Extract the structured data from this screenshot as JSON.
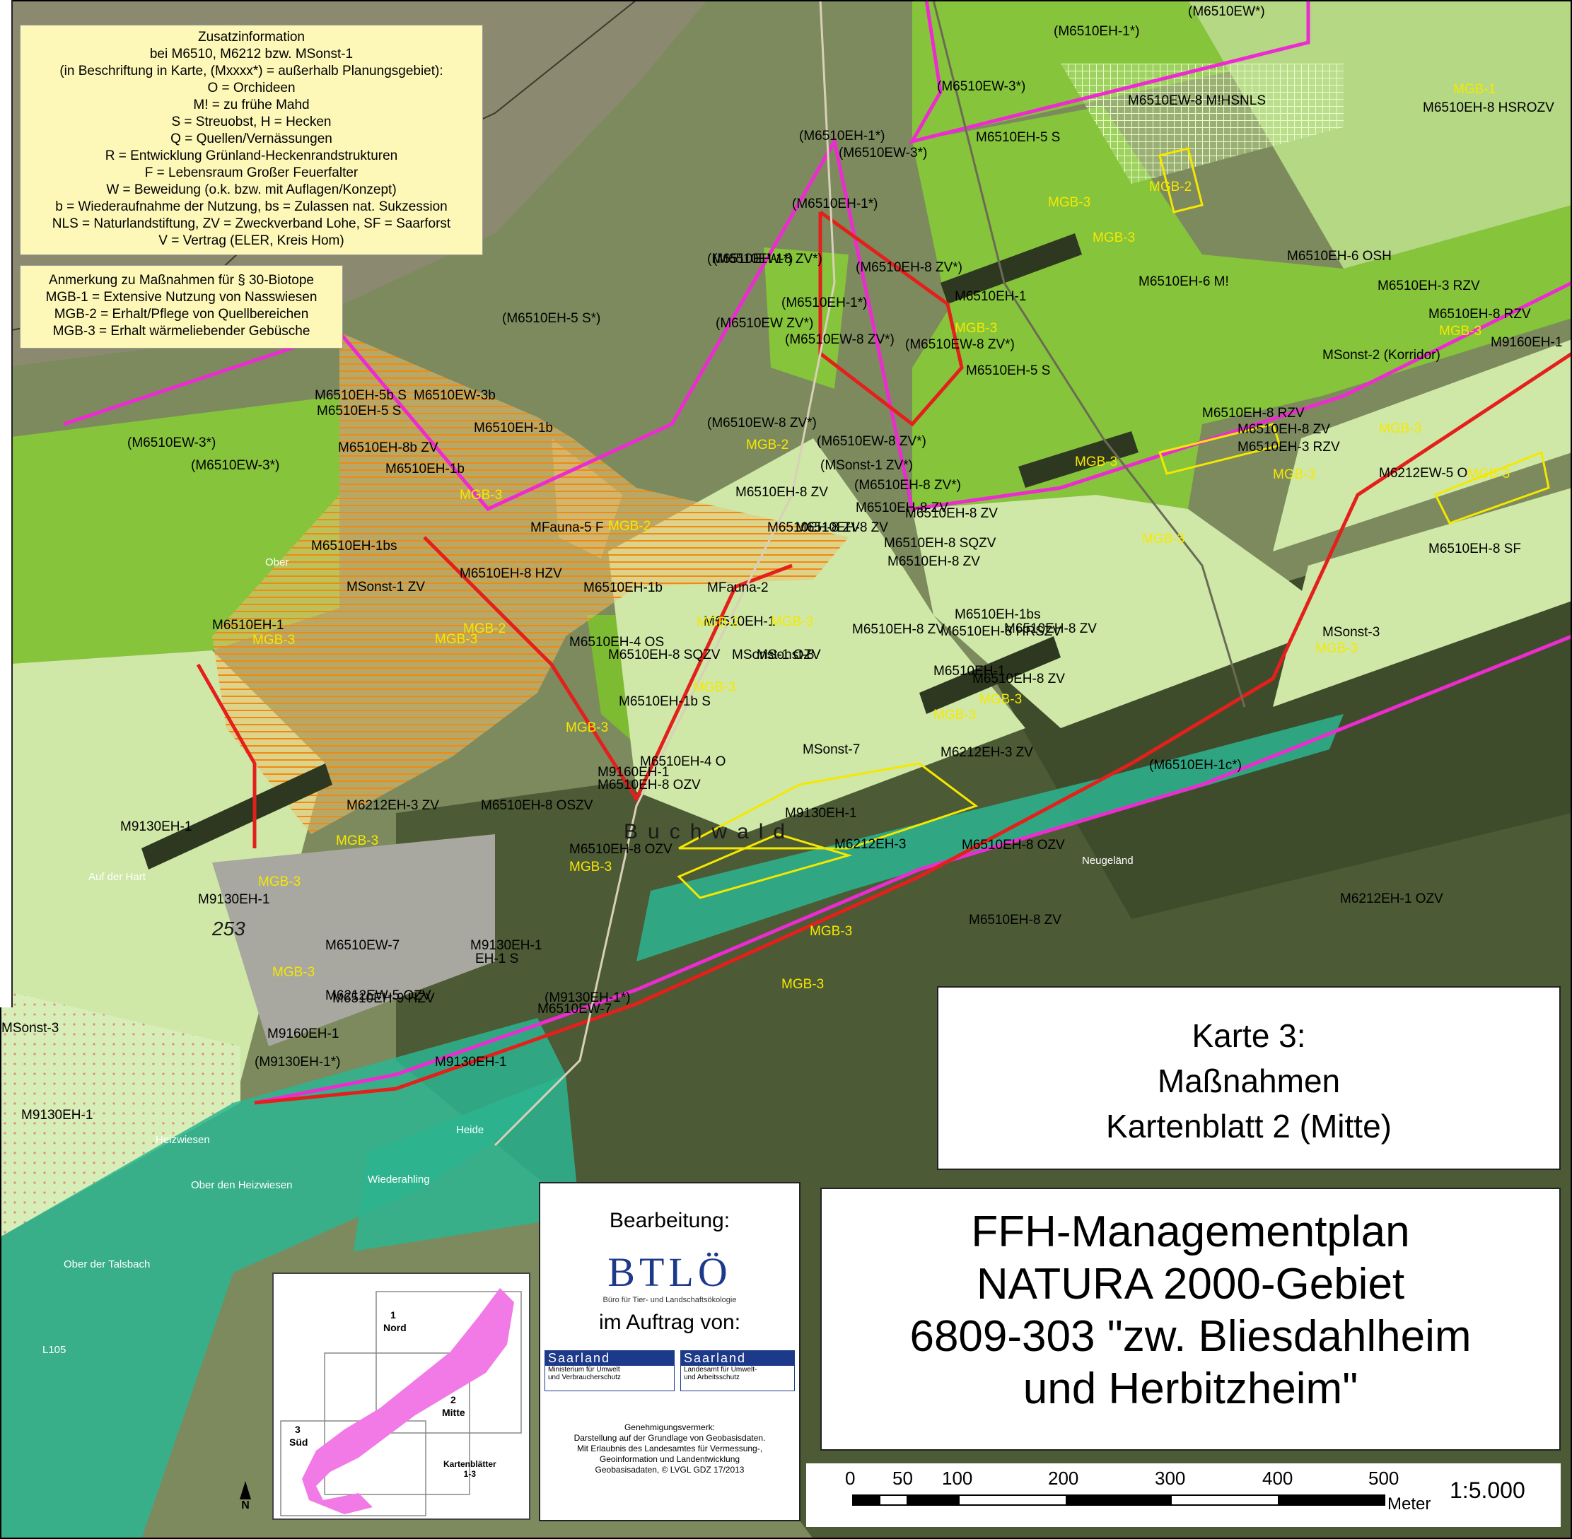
{
  "info_box": {
    "lines": [
      "Zusatzinformation",
      "bei M6510, M6212 bzw. MSonst-1",
      "(in Beschriftung in Karte, (Mxxxx*) = außerhalb Planungsgebiet):",
      "O = Orchideen",
      "M! = zu frühe Mahd",
      "S = Streuobst, H = Hecken",
      "Q = Quellen/Vernässungen",
      "R = Entwicklung Grünland-Heckenrandstrukturen",
      "F = Lebensraum Großer Feuerfalter",
      "W = Beweidung (o.k. bzw. mit Auflagen/Konzept)",
      "b = Wiederaufnahme der Nutzung, bs = Zulassen nat. Sukzession",
      "NLS = Naturlandstiftung, ZV = Zweckverband Lohe, SF = Saarforst",
      "V = Vertrag (ELER, Kreis Hom)"
    ]
  },
  "biotope_box": {
    "lines": [
      "Anmerkung zu Maßnahmen für § 30-Biotope",
      "MGB-1 = Extensive Nutzung von Nasswiesen",
      "MGB-2 = Erhalt/Pflege von Quellbereichen",
      "MGB-3 = Erhalt wärmeliebender Gebüsche"
    ]
  },
  "title_box": {
    "line1": "Karte 3:",
    "line2": "Maßnahmen",
    "line3": "Kartenblatt 2 (Mitte)"
  },
  "project_box": {
    "line1": "FFH-Managementplan",
    "line2": "NATURA 2000-Gebiet",
    "line3": "6809-303 \"zw. Bliesdahlheim",
    "line4": "und Herbitzheim\""
  },
  "credits": {
    "bearbeitung": "Bearbeitung:",
    "logo_text": "BTLÖ",
    "logo_sub": "Büro für Tier- und Landschaftsökologie",
    "auftrag": "im Auftrag von:",
    "saarland1": "Saarland",
    "saarland1_sub1": "Ministerium für Umwelt",
    "saarland1_sub2": "und Verbraucherschutz",
    "saarland2": "Saarland",
    "saarland2_sub1": "Landesamt für Umwelt-",
    "saarland2_sub2": "und Arbeitsschutz",
    "permit": [
      "Genehmigungsvermerk:",
      "Darstellung auf der Grundlage von Geobasisdaten.",
      "Mit Erlaubnis des Landesamtes für Vermessung-,",
      "Geoinformation und Landentwicklung",
      "Geobasisadaten, © LVGL GDZ 17/2013"
    ]
  },
  "overview": {
    "sheet1": "1",
    "sheet1_name": "Nord",
    "sheet2": "2",
    "sheet2_name": "Mitte",
    "sheet3": "3",
    "sheet3_name": "Süd",
    "caption1": "Kartenblätter",
    "caption2": "1-3",
    "north": "N"
  },
  "scale": {
    "ticks": [
      "0",
      "50",
      "100",
      "200",
      "300",
      "400",
      "500"
    ],
    "unit": "Meter",
    "ratio": "1:5.000"
  },
  "map_labels": [
    {
      "text": "(M6510EW*)"
    },
    {
      "text": "(M6510EH-1*)"
    },
    {
      "text": "(M6510EW-3*)"
    },
    {
      "text": "M6510EW-8 M!HSNLS"
    },
    {
      "text": "MGB-1"
    },
    {
      "text": "M6510EH-8 HSROZV"
    },
    {
      "text": "M6510EH-5 S"
    },
    {
      "text": "(M6510EH-1*)"
    },
    {
      "text": "(M6510EW-3*)"
    },
    {
      "text": "MGB-2"
    },
    {
      "text": "MGB-3"
    },
    {
      "text": "(M6510EH-1*)"
    },
    {
      "text": "(M6510EW-8 ZV*)"
    },
    {
      "text": "MGB-3"
    },
    {
      "text": "M6510EH-6 OSH"
    },
    {
      "text": "(M6510EH-1*)"
    },
    {
      "text": "(M6510EH-8 ZV*)"
    },
    {
      "text": "M6510EH-6 M!"
    },
    {
      "text": "M6510EH-1"
    },
    {
      "text": "M6510EH-3 RZV"
    },
    {
      "text": "(M6510EH-5 S*)"
    },
    {
      "text": "(M6510EH-1*)"
    },
    {
      "text": "(M6510EW ZV*)"
    },
    {
      "text": "MGB-3"
    },
    {
      "text": "(M6510EW-8 ZV*)"
    },
    {
      "text": "(M6510EW-8 ZV*)"
    },
    {
      "text": "M6510EH-8 RZV"
    },
    {
      "text": "MGB-3"
    },
    {
      "text": "M9160EH-1"
    },
    {
      "text": "M6510EH-5 S"
    },
    {
      "text": "MSonst-2 (Korridor)"
    },
    {
      "text": "M6510EH-5b S"
    },
    {
      "text": "M6510EW-3b"
    },
    {
      "text": "M6510EH-5 S"
    },
    {
      "text": "M6510EH-1b"
    },
    {
      "text": "(M6510EW-8 ZV*)"
    },
    {
      "text": "M6510EH-8 RZV"
    },
    {
      "text": "M6510EH-8 ZV"
    },
    {
      "text": "(M6510EW-3*)"
    },
    {
      "text": "M6510EH-8b ZV"
    },
    {
      "text": "MGB-2"
    },
    {
      "text": "(M6510EW-8 ZV*)"
    },
    {
      "text": "M6510EH-3 RZV"
    },
    {
      "text": "MGB-3"
    },
    {
      "text": "(M6510EW-3*)"
    },
    {
      "text": "M6510EH-1b"
    },
    {
      "text": "MGB-3"
    },
    {
      "text": "(MSonst-1 ZV*)"
    },
    {
      "text": "MGB-3"
    },
    {
      "text": "M6212EW-5 O"
    },
    {
      "text": "MGB-3"
    },
    {
      "text": "MGB-3"
    },
    {
      "text": "M6510EH-8 ZV"
    },
    {
      "text": "(M6510EH-8 ZV*)"
    },
    {
      "text": "M6510EH-8 ZV"
    },
    {
      "text": "MFauna-5 F"
    },
    {
      "text": "MGB-2"
    },
    {
      "text": "M6510EH-8 ZV"
    },
    {
      "text": "M6510EH-8 ZV"
    },
    {
      "text": "M6510EH-8 ZV"
    },
    {
      "text": "M6510EH-8 SF"
    },
    {
      "text": "M6510EH-1bs"
    },
    {
      "text": "M6510EH-8 SQZV"
    },
    {
      "text": "MGB-3"
    },
    {
      "text": "M6510EH-8 HZV"
    },
    {
      "text": "M6510EH-1b"
    },
    {
      "text": "MFauna-2"
    },
    {
      "text": "MSonst-1 ZV"
    },
    {
      "text": "M6510EH-1"
    },
    {
      "text": "MGB-3"
    },
    {
      "text": "M6510EH-8 ZV"
    },
    {
      "text": "M6510EH-1bs"
    },
    {
      "text": "M6510EH-1"
    },
    {
      "text": "MGB-2"
    },
    {
      "text": "MGB-3"
    },
    {
      "text": "MGB-3"
    },
    {
      "text": "M6510EH-8 ZV"
    },
    {
      "text": "MGB-2"
    },
    {
      "text": "MSonst-1 OZV"
    },
    {
      "text": "M6510EH-4 OS"
    },
    {
      "text": "M6510EH-8 SQZV"
    },
    {
      "text": "MSonst-8"
    },
    {
      "text": "MSonst-3"
    },
    {
      "text": "MGB-3"
    },
    {
      "text": "M6510EH-8 HRSZV"
    },
    {
      "text": "M6510EH-8 ZV"
    },
    {
      "text": "M6510EH-1"
    },
    {
      "text": "MGB-3"
    },
    {
      "text": "M6510EH-8 ZV"
    },
    {
      "text": "MGB-3"
    },
    {
      "text": "M6510EH-1b S"
    },
    {
      "text": "MGB-3"
    },
    {
      "text": "MGB-3"
    },
    {
      "text": "M6212EH-3 ZV"
    },
    {
      "text": "M6510EH-4 O"
    },
    {
      "text": "M9160EH-1"
    },
    {
      "text": "MSonst-7"
    },
    {
      "text": "M6510EH-8 OZV"
    },
    {
      "text": "(M6510EH-1c*)"
    },
    {
      "text": "M6212EH-3 ZV"
    },
    {
      "text": "M6510EH-8 OSZV"
    },
    {
      "text": "M9130EH-1"
    },
    {
      "text": "M9130EH-1"
    },
    {
      "text": "MGB-3"
    },
    {
      "text": "M6212EH-3"
    },
    {
      "text": "M6510EH-8 OZV"
    },
    {
      "text": "Buchwald"
    },
    {
      "text": "M6510EH-8 OZV"
    },
    {
      "text": "MGB-3"
    },
    {
      "text": "Neugeländ"
    },
    {
      "text": "MGB-3"
    },
    {
      "text": "M9130EH-1"
    },
    {
      "text": "Auf der Hart"
    },
    {
      "text": "253"
    },
    {
      "text": "MGB-3"
    },
    {
      "text": "M6212EH-1 OZV"
    },
    {
      "text": "M6510EH-8 ZV"
    },
    {
      "text": "M9130EH-1"
    },
    {
      "text": "M6510EW-7"
    },
    {
      "text": "MGB-3"
    },
    {
      "text": "EH-1 S"
    },
    {
      "text": "M6212EW-5 OZV"
    },
    {
      "text": "MGB-3"
    },
    {
      "text": "M6510EW-7"
    },
    {
      "text": "M6510EH-9 HZV"
    },
    {
      "text": "(M9130EH-1*)"
    },
    {
      "text": "MSonst-3"
    },
    {
      "text": "M9160EH-1"
    },
    {
      "text": "(M9130EH-1*)"
    },
    {
      "text": "M9130EH-1"
    },
    {
      "text": "M9130EH-1"
    },
    {
      "text": "Heide"
    },
    {
      "text": "Heizwiesen"
    },
    {
      "text": "Ober den Heizwiesen"
    },
    {
      "text": "Wiederahling"
    },
    {
      "text": "Ober der Talsbach"
    },
    {
      "text": "L105"
    },
    {
      "text": "Ober"
    }
  ],
  "colors": {
    "aerial": "#7d8a5e",
    "green_bright": "#86c43b",
    "pale_green": "#cfe8a8",
    "teal": "#2bb58f",
    "boundary_red": "#e3201b",
    "boundary_magenta": "#ec2bd0",
    "hatch_orange": "#f0a020",
    "label_yellow": "#f5e800",
    "note_bg": "#fdf7b8"
  }
}
